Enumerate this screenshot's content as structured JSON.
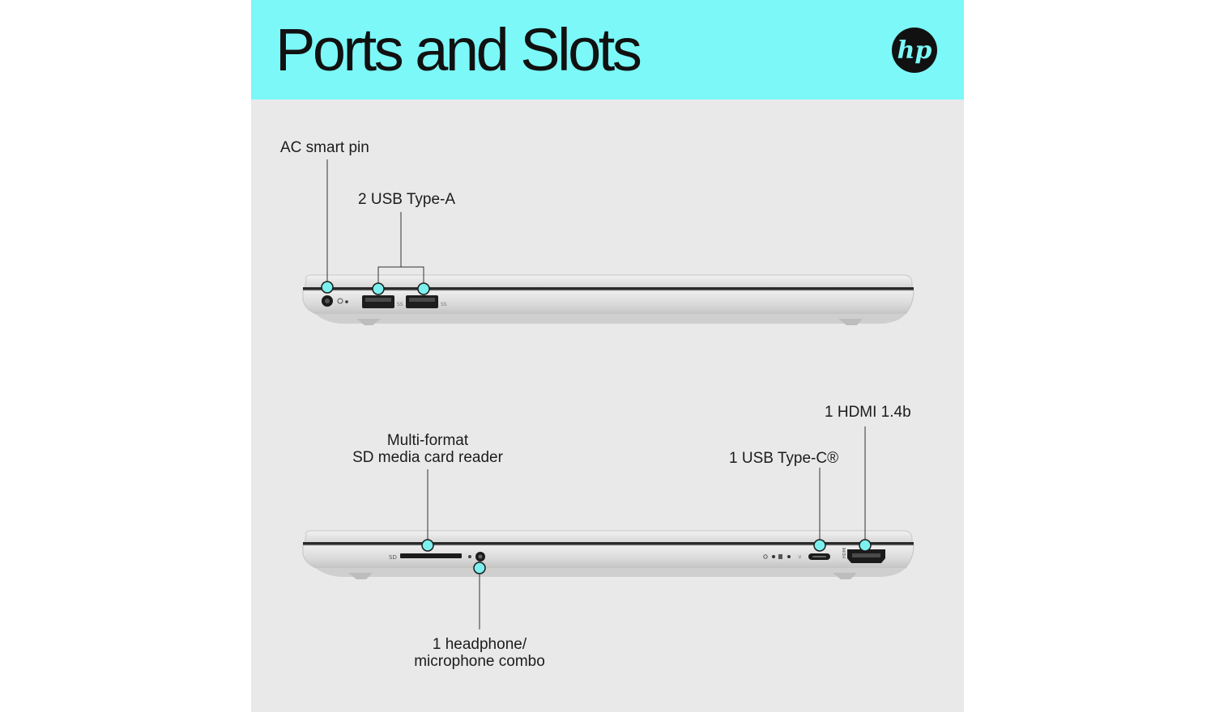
{
  "header": {
    "title": "Ports and Slots",
    "logo_text": "hp",
    "banner_color": "#7cf8f8"
  },
  "left_side_view": {
    "callouts": [
      {
        "label": "AC smart pin"
      },
      {
        "label": "2 USB Type-A"
      }
    ]
  },
  "right_side_view": {
    "callouts": [
      {
        "label_line1": "Multi-format",
        "label_line2": "SD media card reader"
      },
      {
        "label": "1 USB Type-C®"
      },
      {
        "label": "1 HDMI 1.4b"
      },
      {
        "label_line1": "1 headphone/",
        "label_line2": "microphone combo"
      }
    ],
    "port_markings": {
      "sd": "SD",
      "hdmi": "HDMI"
    }
  },
  "colors": {
    "accent_dot": "#7cf0ee",
    "background": "#e9e9ea",
    "laptop_silver": "#dcdcdc"
  }
}
